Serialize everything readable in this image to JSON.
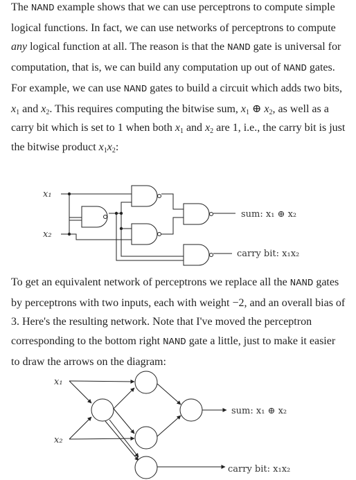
{
  "paragraph1": {
    "t01": "The ",
    "code_nand": "NAND",
    "t02": " example shows that we can use perceptrons to compute simple logical functions. In fact, we can use networks of perceptrons to compute ",
    "em_any": "any",
    "t03": " logical function at all. The reason is that the ",
    "t04": " gate is universal for computation, that is, we can build any computation up out of ",
    "t05": " gates. For example, we can use ",
    "t06": " gates to build a circuit which adds two bits, ",
    "x": "x",
    "sub1": "1",
    "sub2": "2",
    "and": " and ",
    "t07": ". This requires computing the bitwise sum, ",
    "oplus": " ⊕ ",
    "t08": ", as well as a carry bit which is set to 1 when both ",
    "t09": " are 1, i.e., the carry bit is just the bitwise product ",
    "t10": ":"
  },
  "figure1": {
    "input1_label": "x₁",
    "input2_label": "x₂",
    "sum_label": "sum: x₁ ⊕ x₂",
    "carry_label": "carry bit: x₁x₂"
  },
  "paragraph2": {
    "t01": "To get an equivalent network of perceptrons we replace all the ",
    "code_nand": "NAND",
    "t02": " gates by perceptrons with two inputs, each with weight −2, and an overall bias of 3. Here's the resulting network. Note that I've moved the perceptron corresponding to the bottom right ",
    "t03": " gate a little, just to make it easier to draw the arrows on the diagram:"
  },
  "figure2": {
    "input1_label": "x₁",
    "input2_label": "x₂",
    "sum_label": "sum: x₁ ⊕ x₂",
    "carry_label": "carry bit: x₁x₂"
  }
}
